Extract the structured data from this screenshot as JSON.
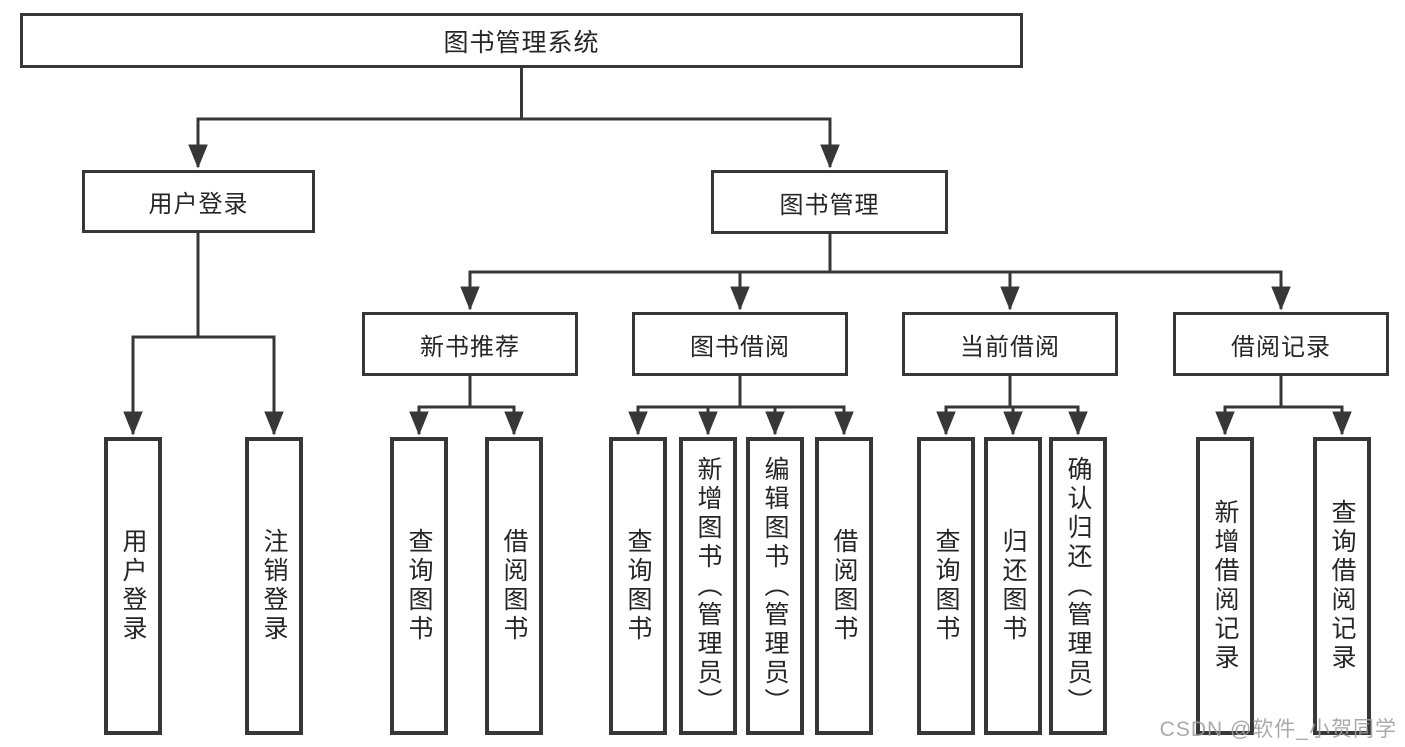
{
  "diagram": {
    "title": "图书管理系统",
    "root_label": "图书管理系统",
    "level2": {
      "user_login": "用户登录",
      "book_mgmt": "图书管理"
    },
    "level3": {
      "new_books": "新书推荐",
      "book_borrow": "图书借阅",
      "current_borrow": "当前借阅",
      "borrow_records": "借阅记录"
    },
    "leaves": {
      "user_login": [
        "用户登录",
        "注销登录"
      ],
      "new_books": [
        "查询图书",
        "借阅图书"
      ],
      "book_borrow": [
        "查询图书",
        "新增图书（管理员）",
        "编辑图书（管理员）",
        "借阅图书"
      ],
      "current_borrow": [
        "查询图书",
        "归还图书",
        "确认归还（管理员）"
      ],
      "borrow_records": [
        "新增借阅记录",
        "查询借阅记录"
      ]
    },
    "colors": {
      "line": "#373737",
      "box_border": "#373737",
      "text": "#262626",
      "background": "#ffffff",
      "watermark_text_color": "#9e9e9e"
    }
  },
  "watermark": {
    "text": "CSDN @软件_小贺同学"
  }
}
